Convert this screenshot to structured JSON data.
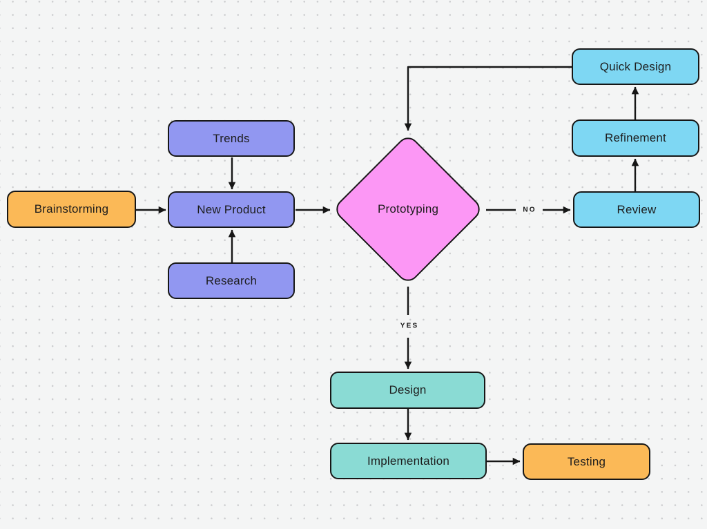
{
  "canvas": {
    "background_color": "#f4f5f5",
    "dot_color": "#cbccce",
    "stroke_color": "#161616"
  },
  "diagram": {
    "nodes": [
      {
        "id": "brainstorming",
        "label": "Brainstorming",
        "shape": "rectangle",
        "fill_color": "#fbb957"
      },
      {
        "id": "trends",
        "label": "Trends",
        "shape": "rectangle",
        "fill_color": "#9197f1"
      },
      {
        "id": "new-product",
        "label": "New Product",
        "shape": "rectangle",
        "fill_color": "#9197f1"
      },
      {
        "id": "research",
        "label": "Research",
        "shape": "rectangle",
        "fill_color": "#9197f1"
      },
      {
        "id": "prototyping",
        "label": "Prototyping",
        "shape": "diamond",
        "fill_color": "#fc97f5"
      },
      {
        "id": "quick-design",
        "label": "Quick Design",
        "shape": "rectangle",
        "fill_color": "#7ed7f3"
      },
      {
        "id": "refinement",
        "label": "Refinement",
        "shape": "rectangle",
        "fill_color": "#7ed7f3"
      },
      {
        "id": "review",
        "label": "Review",
        "shape": "rectangle",
        "fill_color": "#7ed7f3"
      },
      {
        "id": "design",
        "label": "Design",
        "shape": "rectangle",
        "fill_color": "#8adbd4"
      },
      {
        "id": "implementation",
        "label": "Implementation",
        "shape": "rectangle",
        "fill_color": "#8adbd4"
      },
      {
        "id": "testing",
        "label": "Testing",
        "shape": "rectangle",
        "fill_color": "#fbb957"
      }
    ],
    "edge_labels": [
      {
        "id": "no",
        "text": "NO"
      },
      {
        "id": "yes",
        "text": "YES"
      }
    ]
  }
}
